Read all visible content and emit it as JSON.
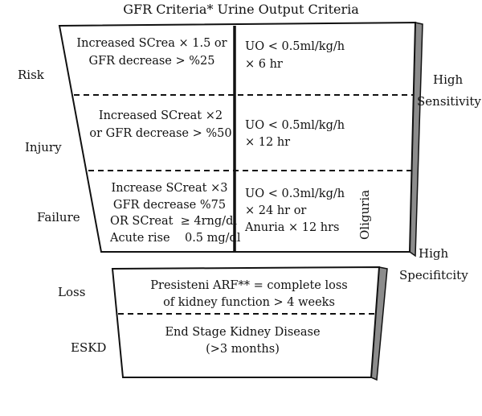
{
  "header": {
    "title": "GFR Criteria* Urine Output Criteria"
  },
  "left_labels": {
    "risk": "Risk",
    "injury": "Injury",
    "failure": "Failure",
    "loss": "Loss",
    "eskd": "ESKD"
  },
  "right_labels": {
    "high_sensitivity": [
      "High",
      "Sensitivity"
    ],
    "high_specificity": [
      "High",
      "Specifitcity"
    ]
  },
  "funnel": {
    "risk": {
      "gfr": [
        "Increased SCrea × 1.5 or",
        "GFR decrease > %25"
      ],
      "uo": [
        "UO < 0.5ml/kg/h",
        "× 6 hr"
      ]
    },
    "injury": {
      "gfr": [
        "Increased SCreat ×2",
        "or GFR decrease > %50"
      ],
      "uo": [
        "UO < 0.5ml/kg/h",
        "× 12 hr"
      ]
    },
    "failure": {
      "gfr": [
        "Increase SCreat ×3",
        "GFR decrease %75",
        "OR SCreat  ≥ 4rng/dl",
        "Acute rise    0.5 mg/dl"
      ],
      "uo": [
        "UO < 0.3ml/kg/h",
        "× 24 hr or",
        "Anuria × 12 hrs"
      ],
      "oliguria": "Oliguria"
    }
  },
  "lower_box": {
    "loss": [
      "Presisteni ARF** = complete loss",
      "of kidney function > 4 weeks"
    ],
    "eskd": [
      "End Stage Kidney Disease",
      "(>3 months)"
    ]
  }
}
